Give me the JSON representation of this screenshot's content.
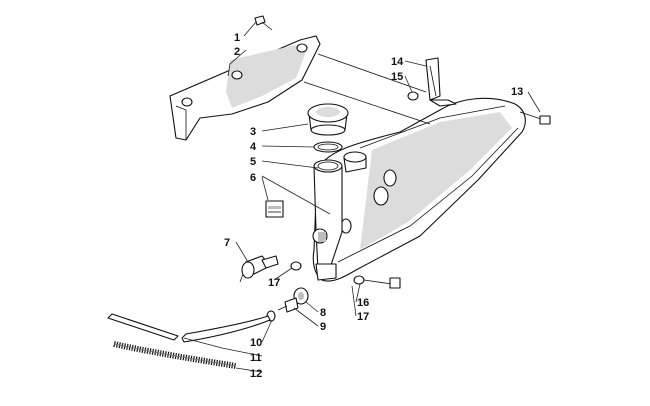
{
  "callouts": [
    "1",
    "2",
    "3",
    "4",
    "5",
    "6",
    "7",
    "8",
    "9",
    "10",
    "11",
    "12",
    "13",
    "14",
    "15",
    "16",
    "17",
    "17"
  ]
}
